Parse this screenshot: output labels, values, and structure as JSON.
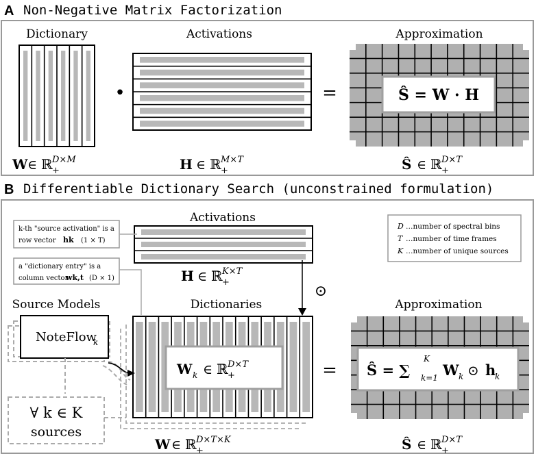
{
  "panel_a": {
    "letter": "A",
    "title": "Non-Negative Matrix Factorization",
    "dictionary_label": "Dictionary",
    "activations_label": "Activations",
    "approximation_label": "Approximation",
    "dot_operator": "•",
    "equals": "=",
    "box_formula": "Ŝ = W · H",
    "w_symbol": "W",
    "w_dims": "D×M",
    "h_symbol": "H",
    "h_dims": "M×T",
    "s_symbol": "Ŝ",
    "s_dims": "D×T",
    "element_of": "∈",
    "reals": "ℝ",
    "plus": "+"
  },
  "panel_b": {
    "letter": "B",
    "title": "Differentiable Dictionary Search (unconstrained formulation)",
    "activations_label": "Activations",
    "source_models_label": "Source Models",
    "dictionaries_label": "Dictionaries",
    "approximation_label": "Approximation",
    "note_activation_line1": "k-th \"source activation\" is a",
    "note_activation_line2": "row vector",
    "note_activation_vec": "hk",
    "note_activation_dims": "(1 × T)",
    "note_dictionary_line1": "a \"dictionary entry\" is a",
    "note_dictionary_line2": "column vector",
    "note_dictionary_vec": "wk,t",
    "note_dictionary_dims": "(D × 1)",
    "legend": [
      {
        "sym": "D",
        "text": "…number of spectral bins"
      },
      {
        "sym": "T",
        "text": "…number of time frames"
      },
      {
        "sym": "K",
        "text": "…number of unique sources"
      }
    ],
    "noteflow": "NoteFlow",
    "noteflow_sub": "k",
    "forall_line1": "∀ k ∈ K",
    "forall_line2": "sources",
    "hadamard": "⊙",
    "equals": "=",
    "dict_box_sym": "W",
    "dict_box_sub": "k",
    "dict_box_dims": "D×T",
    "approx_box_lhs": "Ŝ = ∑",
    "approx_box_sum_top": "K",
    "approx_box_sum_bot": "k=1",
    "approx_box_rhs": "W",
    "approx_box_rhs_sub": "k",
    "approx_box_h": "h",
    "approx_box_h_sub": "k",
    "h_symbol": "H",
    "h_dims": "K×T",
    "w_symbol": "W",
    "w_dims": "D×T×K",
    "s_symbol": "Ŝ",
    "s_dims": "D×T",
    "element_of": "∈",
    "reals": "ℝ",
    "plus": "+"
  }
}
